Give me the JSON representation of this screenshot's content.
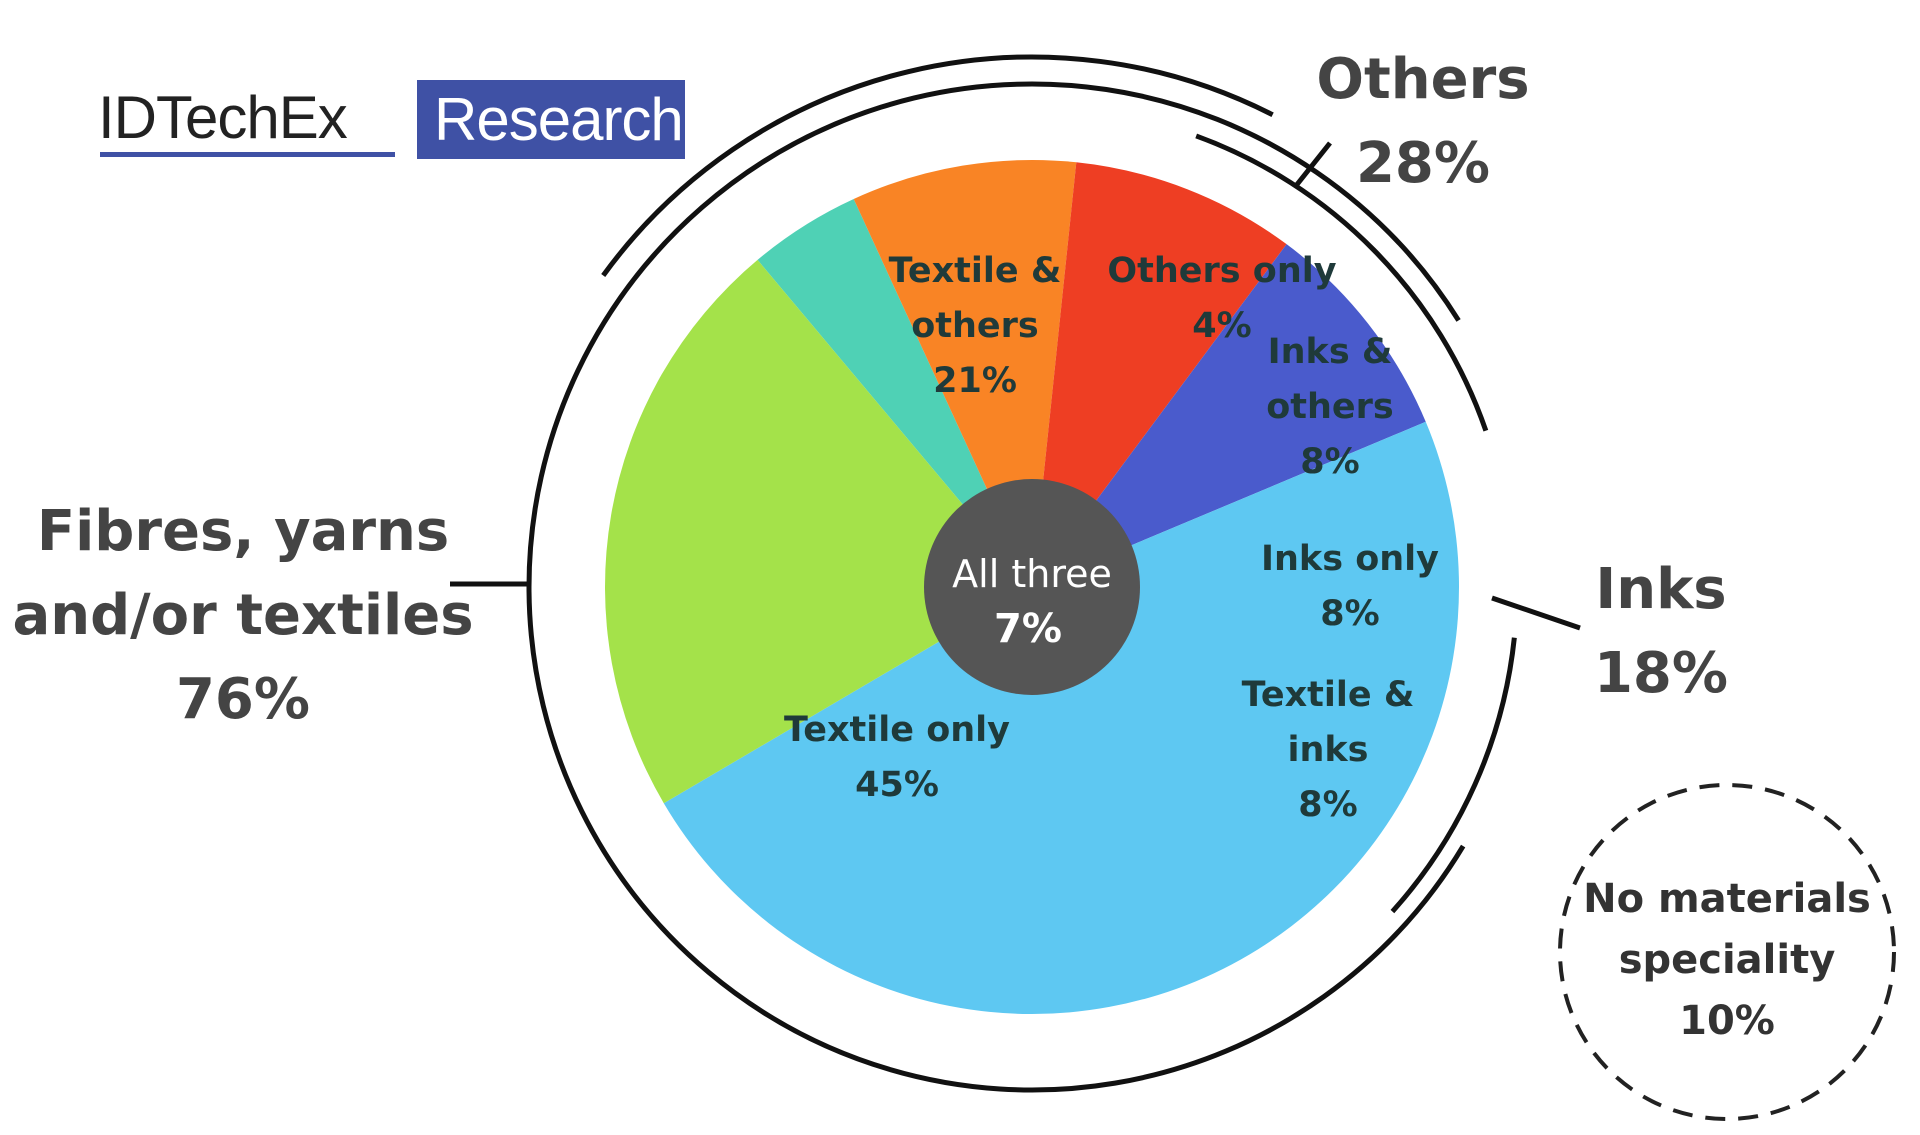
{
  "logo": {
    "brand": "IDTechEx",
    "tag": "Research",
    "tag_bg": "#3f51a5"
  },
  "chart_data": {
    "type": "pie",
    "slices": [
      {
        "name": "Others only",
        "lines": [
          "Others only",
          "4%"
        ],
        "value": 4,
        "color": "#4fd1b5"
      },
      {
        "name": "Inks & others",
        "lines": [
          "Inks &",
          "others",
          "8%"
        ],
        "value": 8,
        "color": "#f98425"
      },
      {
        "name": "Inks only",
        "lines": [
          "Inks only",
          "8%"
        ],
        "value": 8,
        "color": "#ee3e23"
      },
      {
        "name": "Textile & inks",
        "lines": [
          "Textile &",
          "inks",
          "8%"
        ],
        "value": 8,
        "color": "#4a5bcc"
      },
      {
        "name": "Textile only",
        "lines": [
          "Textile only",
          "45%"
        ],
        "value": 45,
        "color": "#5ec8f2"
      },
      {
        "name": "Textile & others",
        "lines": [
          "Textile &",
          "others",
          "21%"
        ],
        "value": 21,
        "color": "#a4e24a"
      }
    ],
    "center": {
      "label": "All three",
      "value": "7%",
      "color": "#555555"
    },
    "groups": [
      {
        "name": "Others",
        "lines": [
          "Others",
          "28%"
        ]
      },
      {
        "name": "Inks",
        "lines": [
          "Inks",
          "18%"
        ]
      },
      {
        "name": "Fibres, yarns and/or textiles",
        "lines": [
          "Fibres, yarns",
          "and/or textiles",
          "76%"
        ]
      }
    ],
    "no_speciality": {
      "lines": [
        "No materials",
        "speciality",
        "10%"
      ]
    }
  }
}
